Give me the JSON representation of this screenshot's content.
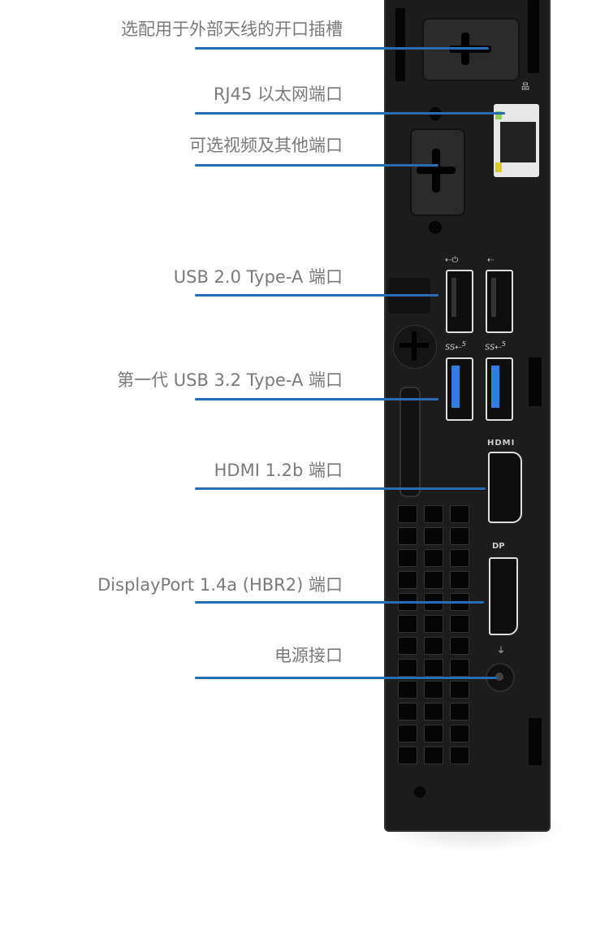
{
  "labels": [
    {
      "text": "选配用于外部天线的开口插槽"
    },
    {
      "text": "RJ45 以太网端口"
    },
    {
      "text": "可选视频及其他端口"
    },
    {
      "text": "USB 2.0 Type-A 端口"
    },
    {
      "text": "第一代 USB 3.2 Type-A 端口"
    },
    {
      "text": "HDMI 1.2b 端口"
    },
    {
      "text": "DisplayPort 1.4a (HBR2) 端口"
    },
    {
      "text": "电源接口"
    }
  ],
  "device_markings": {
    "hdmi": "HDMI",
    "displayport": "DP",
    "superspeed": "SS",
    "usb3_speed": "5"
  },
  "colors": {
    "leader_line": "#2a6cb3",
    "label_text": "#7a7a7a",
    "usb3_tongue": "#2f7ee0",
    "chassis": "#1c1c1d"
  }
}
